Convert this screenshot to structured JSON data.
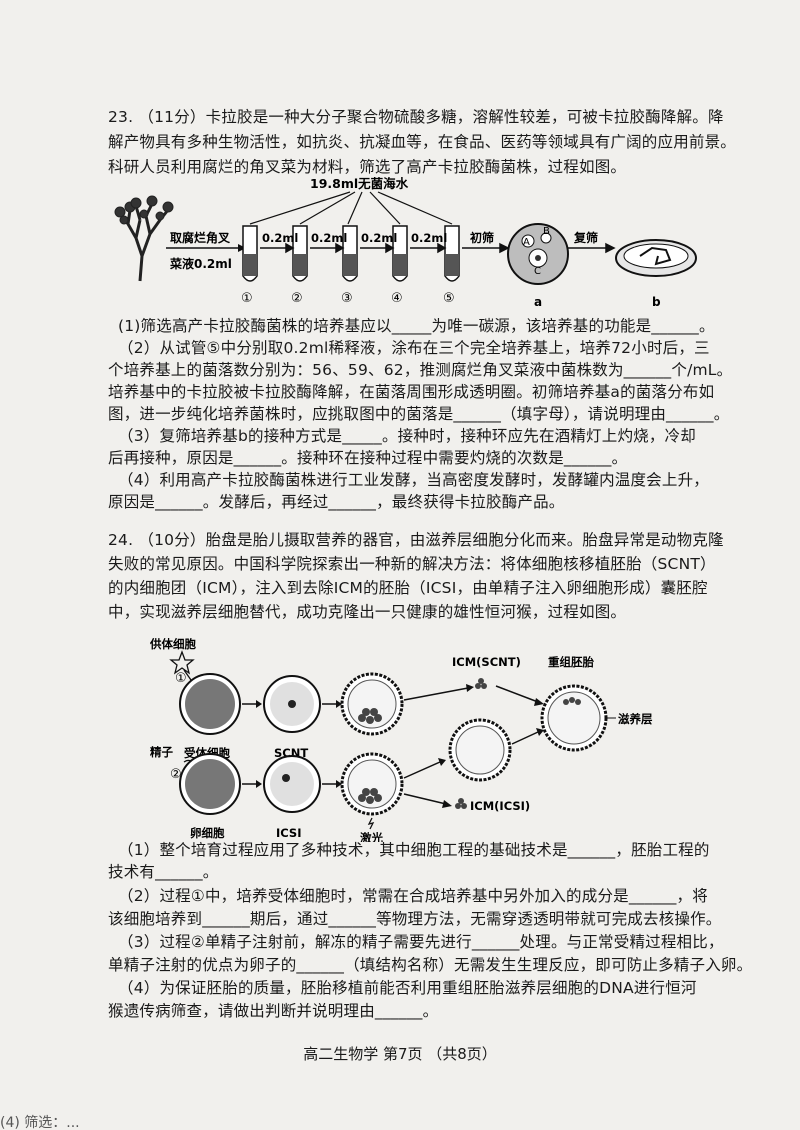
{
  "q23": {
    "header": "23. （11分）卡拉胶是一种大分子聚合物硫酸多糖，溶解性较差，可被卡拉胶酶降解。降",
    "intro": [
      "解产物具有多种生物活性，如抗炎、抗凝血等，在食品、医药等领域具有广阔的应用前景。",
      "科研人员利用腐烂的角叉菜为材料，筛选了高产卡拉胶酶菌株，过程如图。"
    ],
    "diagram": {
      "water_label": "19.8ml无菌海水",
      "source_label_1": "取腐烂角叉",
      "source_label_2": "菜液0.2ml",
      "transfer_labels": [
        "0.2ml",
        "0.2ml",
        "0.2ml",
        "0.2ml"
      ],
      "tube_labels": [
        "①",
        "②",
        "③",
        "④",
        "⑤"
      ],
      "step_primary": "初筛",
      "step_secondary": "复筛",
      "colony_labels": [
        "A",
        "B",
        "C"
      ],
      "plate_a": "a",
      "plate_b": "b"
    },
    "questions": [
      "(1)筛选高产卡拉胶酶菌株的培养基应以_____为唯一碳源，该培养基的功能是______。",
      "（2）从试管⑤中分别取0.2ml稀释液，涂布在三个完全培养基上，培养72小时后，三",
      "个培养基上的菌落数分别为：56、59、62，推测腐烂角叉菜液中菌株数为______个/mL。",
      "培养基中的卡拉胶被卡拉胶酶降解，在菌落周围形成透明圈。初筛培养基a的菌落分布如",
      "图，进一步纯化培养菌株时，应挑取图中的菌落是______（填字母），请说明理由______。",
      "（3）复筛培养基b的接种方式是_____。接种时，接种环应先在酒精灯上灼烧，冷却",
      "后再接种，原因是______。接种环在接种过程中需要灼烧的次数是______。",
      "（4）利用高产卡拉胶酶菌株进行工业发酵，当高密度发酵时，发酵罐内温度会上升，",
      "原因是______。发酵后，再经过______，最终获得卡拉胶酶产品。"
    ]
  },
  "q24": {
    "header": "24. （10分）胎盘是胎儿摄取营养的器官，由滋养层细胞分化而来。胎盘异常是动物克隆",
    "intro": [
      "失败的常见原因。中国科学院探索出一种新的解决方法：将体细胞核移植胚胎（SCNT）",
      "的内细胞团（ICM），注入到去除ICM的胚胎（ICSI，由单精子注入卵细胞形成）囊胚腔",
      "中，实现滋养层细胞替代，成功克隆出一只健康的雄性恒河猴，过程如图。"
    ],
    "diagram": {
      "donor_cell": "供体细胞",
      "step1": "①",
      "recipient_cell": "受体细胞",
      "scnt": "SCNT",
      "icm_scnt": "ICM(SCNT)",
      "recombinant_embryo": "重组胚胎",
      "trophoblast": "滋养层",
      "sperm": "精子",
      "step2": "②",
      "egg_cell": "卵细胞",
      "icsi": "ICSI",
      "laser": "激光",
      "icm_icsi": "ICM(ICSI)"
    },
    "questions": [
      "（1）整个培育过程应用了多种技术，其中细胞工程的基础技术是______，胚胎工程的",
      "技术有______。",
      "（2）过程①中，培养受体细胞时，常需在合成培养基中另外加入的成分是______，将",
      "该细胞培养到______期后，通过______等物理方法，无需穿透透明带就可完成去核操作。",
      "（3）过程②单精子注射前，解冻的精子需要先进行______处理。与正常受精过程相比，",
      "单精子注射的优点为卵子的______（填结构名称）无需发生生理反应，即可防止多精子入卵。",
      "（4）为保证胚胎的质量，胚胎移植前能否利用重组胚胎滋养层细胞的DNA进行恒河",
      "猴遗传病筛查，请做出判断并说明理由______。"
    ]
  },
  "footer": "高二生物学 第7页 （共8页）",
  "bottom_edge_text": "(4) 筛选：..."
}
